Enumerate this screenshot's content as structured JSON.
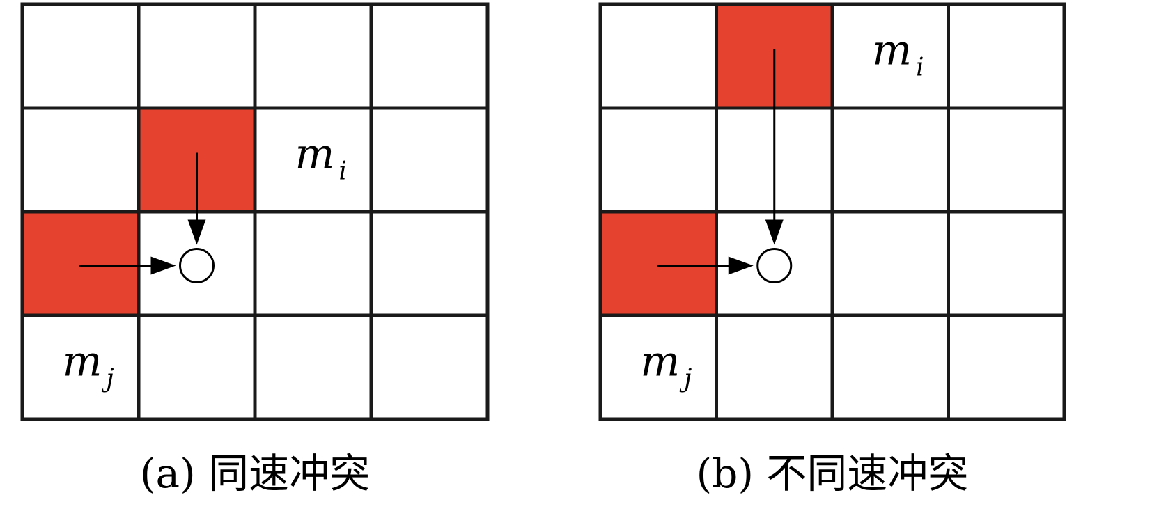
{
  "colors": {
    "grid_line": "#1a1a1a",
    "occupied_cell": "#e5432f",
    "background": "#ffffff",
    "arrow": "#000000"
  },
  "panels": [
    {
      "id": "a",
      "caption": "(a) 同速冲突",
      "rows": 4,
      "cols": 4,
      "occupied_cells": [
        {
          "row": 1,
          "col": 1
        },
        {
          "row": 2,
          "col": 0
        }
      ],
      "labels": [
        {
          "base": "m",
          "sub": "i",
          "row": 1,
          "col": 2
        },
        {
          "base": "m",
          "sub": "j",
          "row": 3,
          "col": 0
        }
      ],
      "conflict_cell": {
        "row": 2,
        "col": 1
      },
      "arrows": [
        {
          "from": {
            "row": 1,
            "col": 1
          },
          "dir": "down"
        },
        {
          "from": {
            "row": 2,
            "col": 0
          },
          "dir": "right"
        }
      ]
    },
    {
      "id": "b",
      "caption": "(b) 不同速冲突",
      "rows": 4,
      "cols": 4,
      "occupied_cells": [
        {
          "row": 0,
          "col": 1
        },
        {
          "row": 2,
          "col": 0
        }
      ],
      "labels": [
        {
          "base": "m",
          "sub": "i",
          "row": 0,
          "col": 2
        },
        {
          "base": "m",
          "sub": "j",
          "row": 3,
          "col": 0
        }
      ],
      "conflict_cell": {
        "row": 2,
        "col": 1
      },
      "arrows": [
        {
          "from": {
            "row": 0,
            "col": 1
          },
          "dir": "down"
        },
        {
          "from": {
            "row": 2,
            "col": 0
          },
          "dir": "right"
        }
      ]
    }
  ]
}
